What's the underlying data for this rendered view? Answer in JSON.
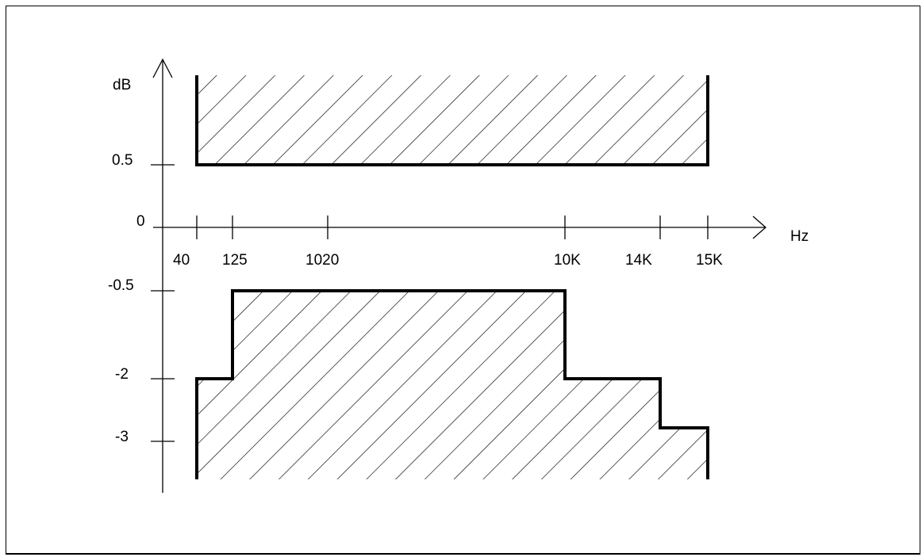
{
  "chart_data": {
    "type": "diagram",
    "title": "",
    "y_axis": {
      "label": "dB",
      "ticks": [
        "0.5",
        "0",
        "-0.5",
        "-2",
        "-3"
      ]
    },
    "x_axis": {
      "label": "Hz",
      "ticks": [
        "40",
        "125",
        "1020",
        "10K",
        "14K",
        "15K"
      ]
    },
    "upper_limit": {
      "level_db": 0.5,
      "from": "40",
      "to": "15K"
    },
    "lower_limit": [
      {
        "from": "40",
        "to": "125",
        "level_db": -2
      },
      {
        "from": "125",
        "to": "10K",
        "level_db": -0.5
      },
      {
        "from": "10K",
        "to": "14K",
        "level_db": -2
      },
      {
        "from": "14K",
        "to": "15K",
        "level_db": -3
      }
    ]
  }
}
